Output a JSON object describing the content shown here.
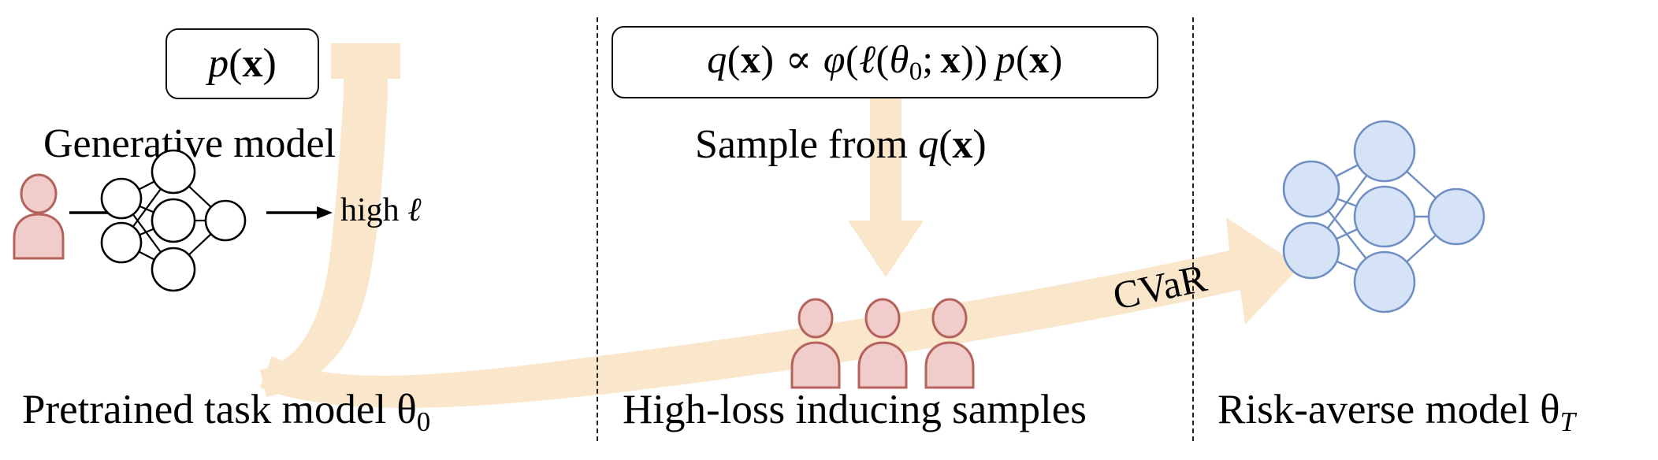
{
  "figure": {
    "type": "pipeline-diagram",
    "background": "#ffffff",
    "accent_arrow_color": "#fae6ca",
    "person_fill": "#f0cdca",
    "person_stroke": "#b5625c",
    "network_blue_fill": "#d6e2f5",
    "network_blue_stroke": "#6e8ec4",
    "network_black_stroke": "#000000",
    "separator_color": "#222222"
  },
  "panels": [
    {
      "id": "left",
      "caption": "Pretrained task model θ",
      "caption_sub": "0"
    },
    {
      "id": "middle",
      "caption": "High-loss inducing samples",
      "caption_sub": ""
    },
    {
      "id": "right",
      "caption": "Risk-averse model θ",
      "caption_sub": "T"
    }
  ],
  "boxes": {
    "generative": {
      "equation": "p(x)",
      "parts": {
        "fn": "p",
        "open": "(",
        "var": "x",
        "close": ")"
      },
      "label": "Generative model"
    },
    "proposal": {
      "equation": "q(x) ∝ φ(ℓ(θ₀; x)) p(x)",
      "parts": {
        "q": "q",
        "open1": "(",
        "x1": "x",
        "close1": ")",
        "propto": "∝",
        "phi": "φ",
        "open2": "(",
        "ell": "ℓ",
        "open3": "(",
        "theta": "θ",
        "theta_sub": "0",
        "semicolon": ";",
        "x2": "x",
        "close3": ")",
        "close2": ")",
        "p": "p",
        "open4": "(",
        "x3": "x",
        "close4": ")"
      }
    }
  },
  "labels": {
    "sample_from": "Sample from q(x)",
    "sample_from_prefix": "Sample from ",
    "sample_from_q": "q",
    "sample_from_open": "(",
    "sample_from_x": "x",
    "sample_from_close": ")",
    "high_loss_prefix": "high ",
    "high_loss_symbol": "ℓ",
    "cvar": "CVaR"
  },
  "icons": {
    "person_left": "person-icon",
    "people_group": [
      "person-icon",
      "person-icon",
      "person-icon"
    ],
    "network_left": "neural-network-icon",
    "network_right": "neural-network-icon",
    "arrow_input": "arrow-right-icon",
    "arrow_output": "arrow-right-icon",
    "big_arrow_1": "thick-curved-arrow-icon",
    "big_arrow_2": "thick-down-arrow-icon",
    "big_arrow_3": "thick-curved-arrow-icon"
  },
  "network_left": {
    "layers": [
      2,
      3,
      1
    ],
    "node_stroke": "#000000",
    "node_fill": "#ffffff"
  },
  "network_right": {
    "layers": [
      2,
      3,
      1
    ],
    "node_stroke": "#6e8ec4",
    "node_fill": "#d6e2f5"
  }
}
